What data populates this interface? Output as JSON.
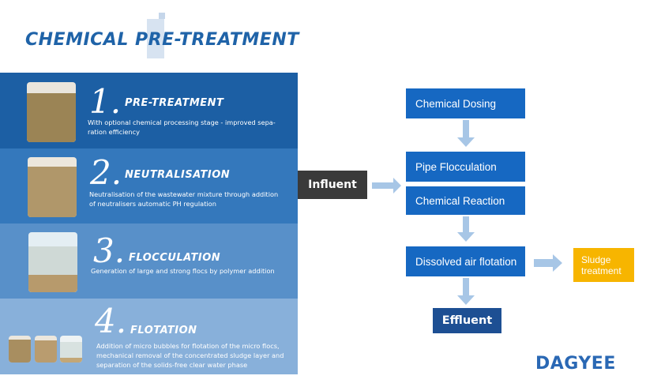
{
  "title": "CHEMICAL PRE-TREATMENT",
  "steps": [
    {
      "number": "1.",
      "heading": "PRE-TREATMENT",
      "lines": [
        "With optional chemical processing stage - improved sepa-",
        "ration efficiency"
      ]
    },
    {
      "number": "2.",
      "heading": "NEUTRALISATION",
      "lines": [
        "Neutralisation of the wastewater mixture through addition",
        "of neutralisers automatic PH regulation"
      ]
    },
    {
      "number": "3.",
      "heading": "FLOCCULATION",
      "lines": [
        "Generation of large and strong flocs by polymer addition"
      ]
    },
    {
      "number": "4.",
      "heading": "FLOTATION",
      "lines": [
        "Addition of micro bubbles for flotation of the micro flocs,",
        "mechanical removal of the concentrated sludge layer and",
        "separation of the solids-free clear water phase"
      ]
    }
  ],
  "flow": {
    "influent": "Influent",
    "chemical_dosing": "Chemical Dosing",
    "pipe_flocculation": "Pipe Flocculation",
    "chemical_reaction": "Chemical Reaction",
    "dissolved_air_flotation": "Dissolved air flotation",
    "sludge_line1": "Sludge",
    "sludge_line2": "treatment",
    "effluent": "Effluent"
  },
  "brand": "DAGYEE",
  "colors": {
    "title": "#1f63a8",
    "step1": "#1c5fa4",
    "step2": "#3478bc",
    "step3": "#5890c9",
    "step4": "#88b0da",
    "flow_box": "#1668c2",
    "arrow": "#a7c6e6",
    "influent_bg": "#3a3a3a",
    "effluent_bg": "#1d4f93",
    "sludge_bg": "#f7b500",
    "brand": "#2a68b4"
  }
}
